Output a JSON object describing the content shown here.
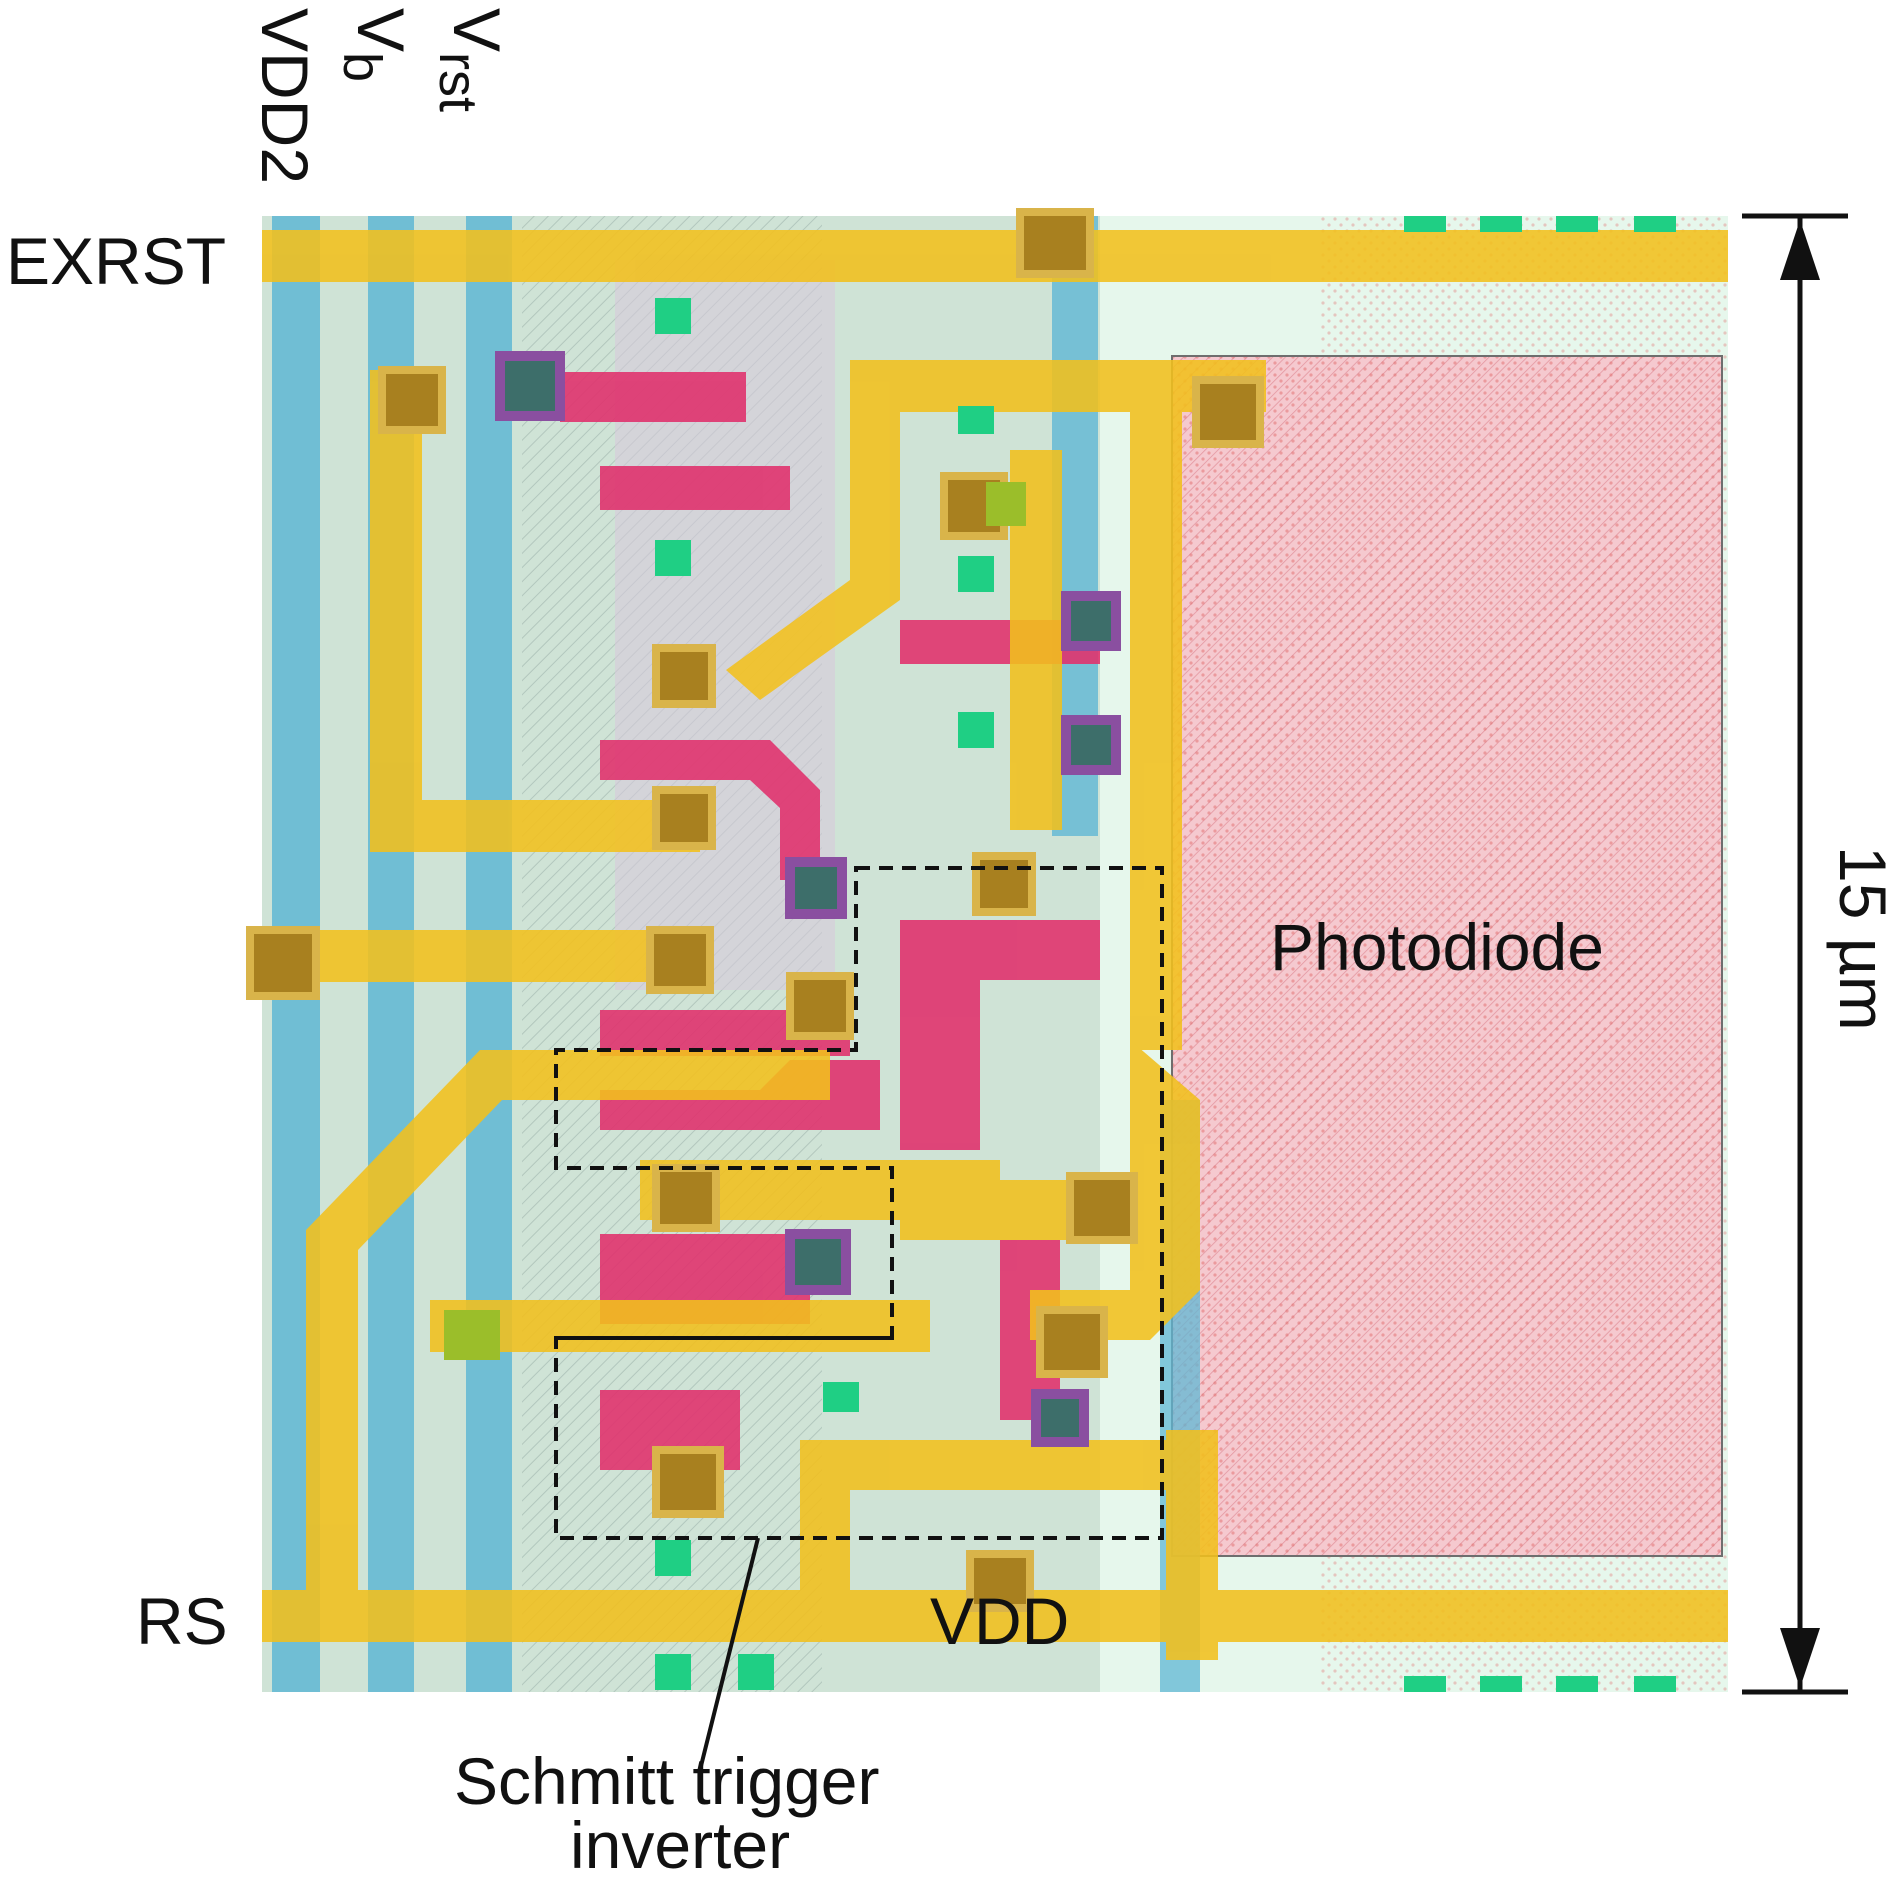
{
  "labels": {
    "exrst": "EXRST",
    "rs": "RS",
    "vdd2": "VDD2",
    "vb_main": "V",
    "vb_sub": "b",
    "vrst_main": "V",
    "vrst_sub": "rst",
    "vdd": "VDD",
    "photodiode": "Photodiode",
    "scale": "15 µm",
    "schmitt_line1": "Schmitt trigger",
    "schmitt_line2": "inverter"
  },
  "colors": {
    "metal1": "#f2c01d",
    "metal2": "#5fb7d4",
    "poly": "#e0336e",
    "diffusion": "#1fcf84",
    "contact": "#a8801f",
    "photodiode": "#f5c9cf",
    "background": "#cfe3d6"
  },
  "icons": [
    "scale-arrow-icon",
    "contact-icon",
    "via-icon"
  ]
}
